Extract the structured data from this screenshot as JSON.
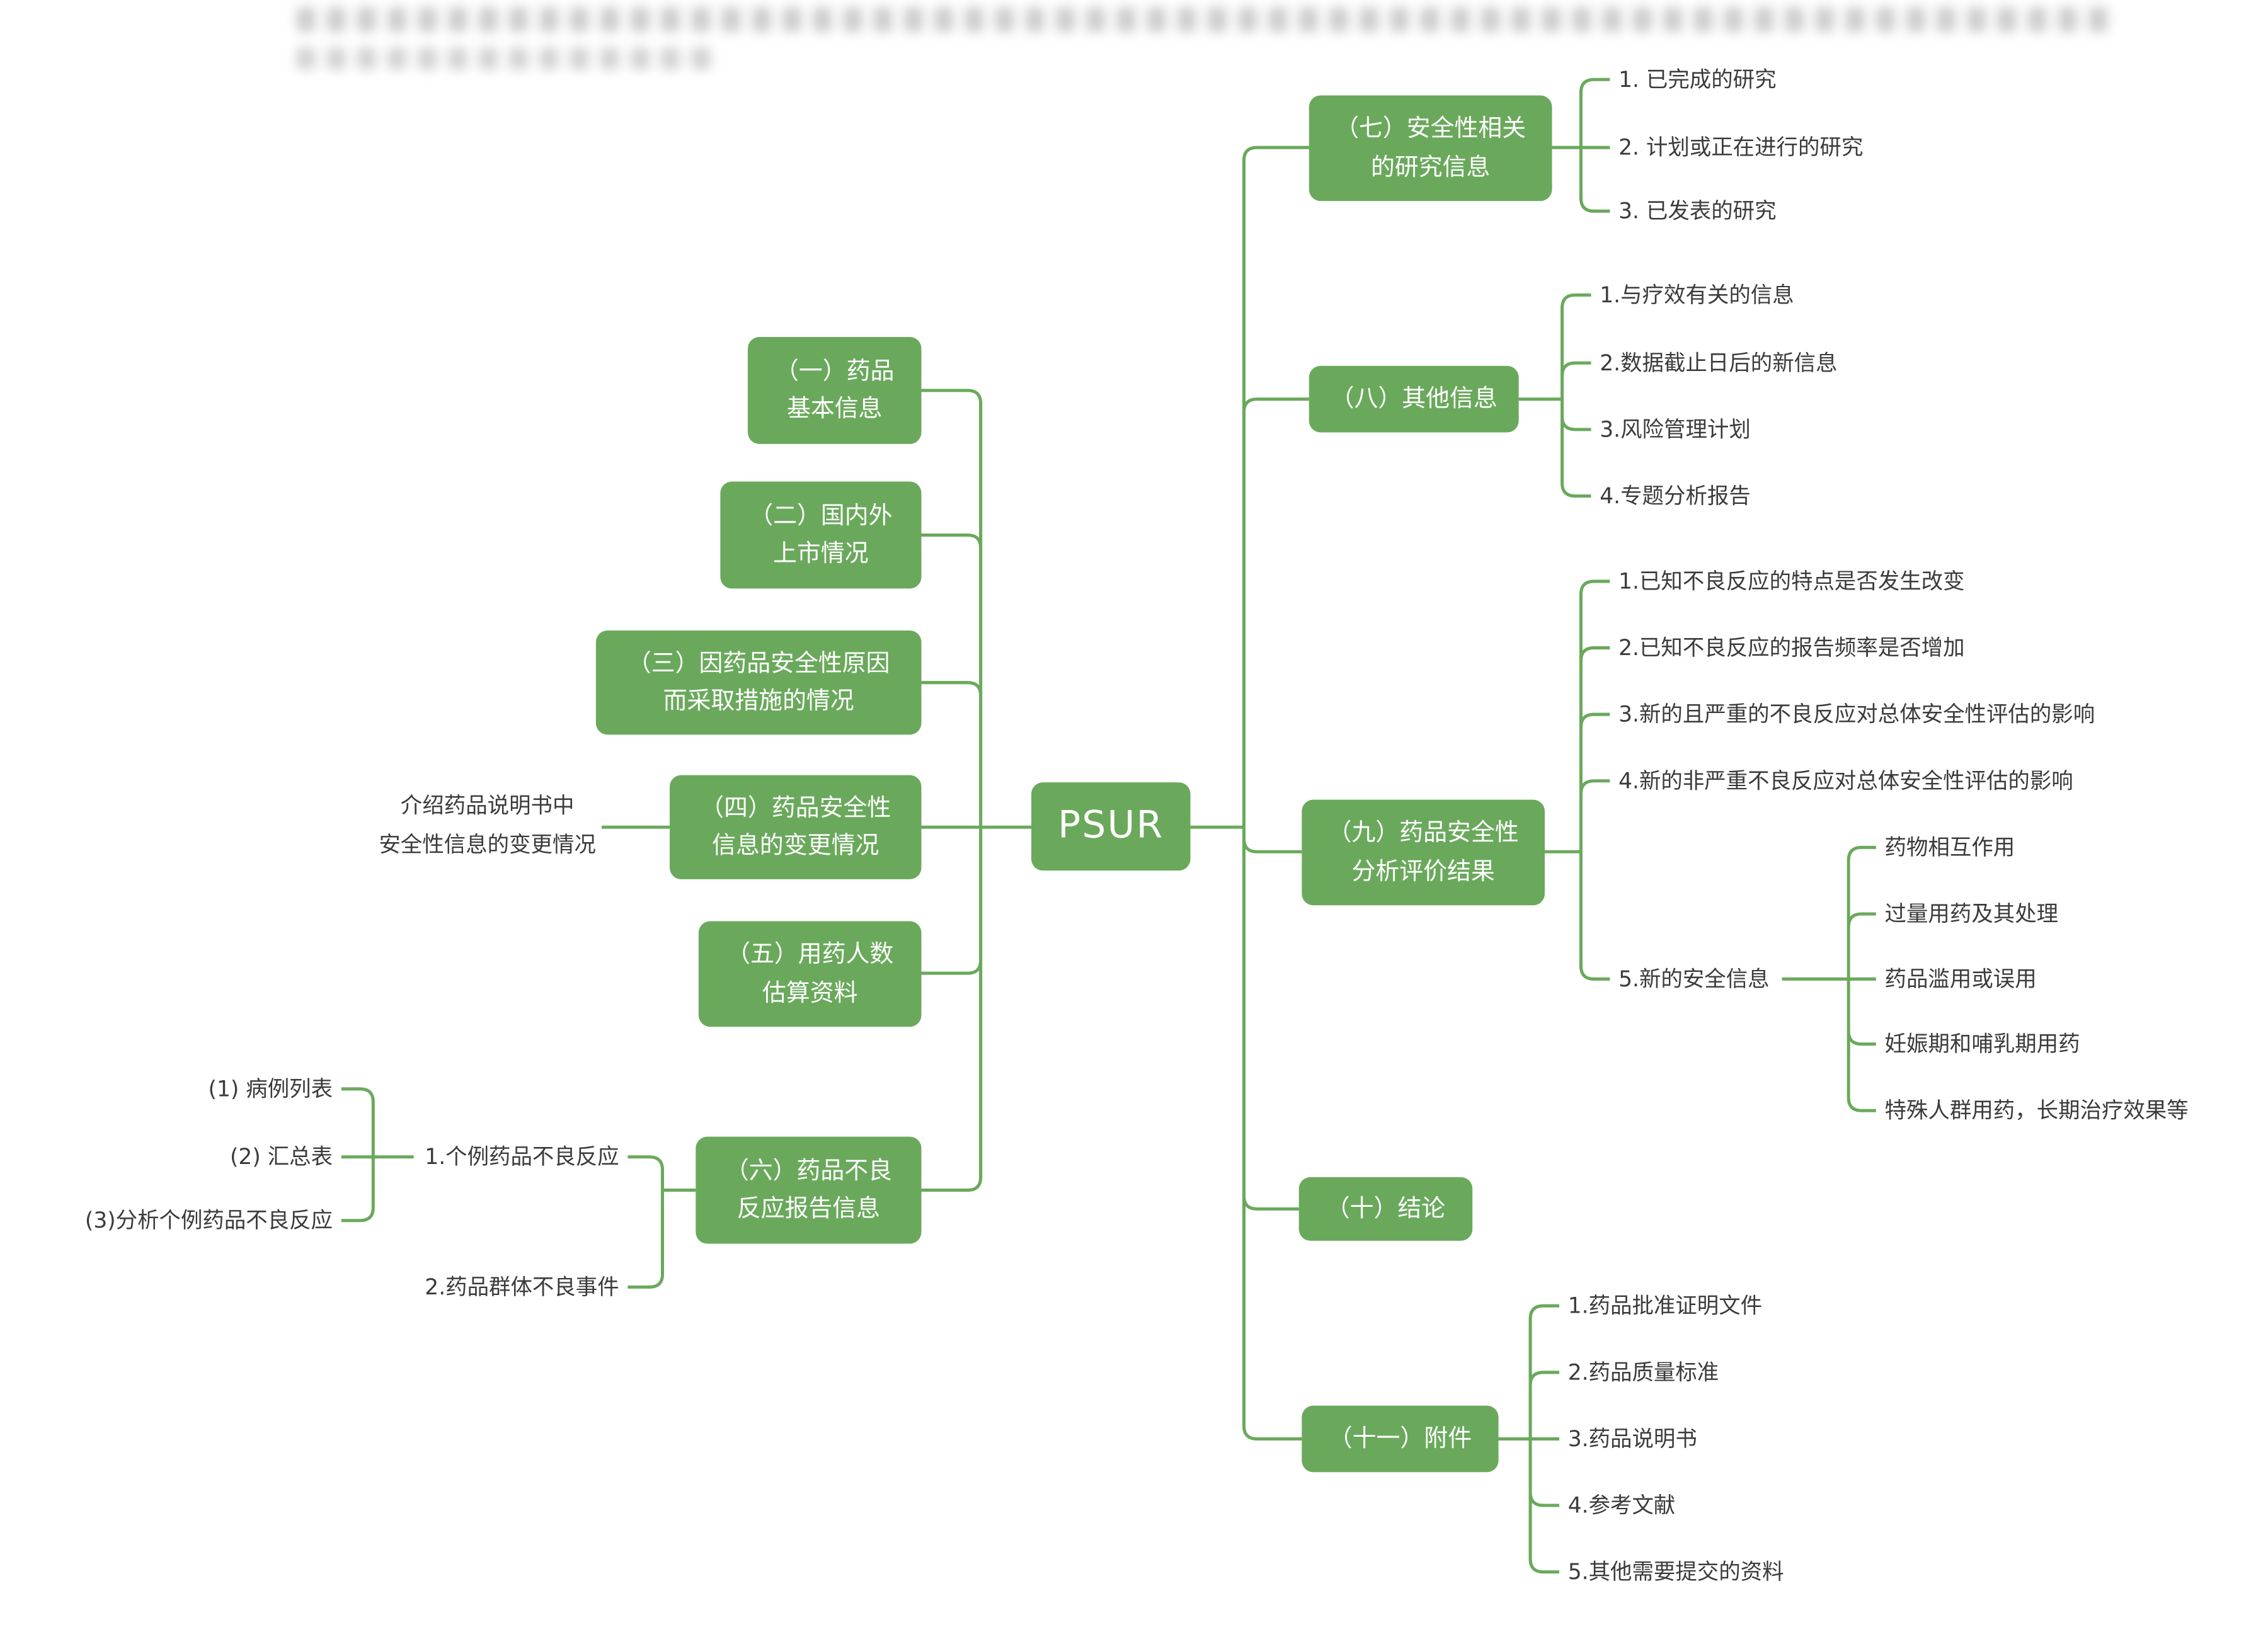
{
  "colors": {
    "accent": "#6aa95c",
    "leaf_text": "#3b3b3b"
  },
  "root_label": "PSUR",
  "left": {
    "b1": "（一）药品\n基本信息",
    "b2": "（二）国内外\n上市情况",
    "b3": "（三）因药品安全性原因\n而采取措施的情况",
    "b4": "（四）药品安全性\n信息的变更情况",
    "b4_note": "介绍药品说明书中\n安全性信息的变更情况",
    "b5": "（五）用药人数\n估算资料",
    "b6": "（六）药品不良\n反应报告信息",
    "b6_children": [
      "1.个例药品不良反应",
      "2.药品群体不良事件"
    ],
    "b6_grandchildren": [
      "(1) 病例列表",
      "(2) 汇总表",
      "(3)分析个例药品不良反应"
    ]
  },
  "right": {
    "r7": "（七）安全性相关\n的研究信息",
    "r7_children": [
      "1. 已完成的研究",
      "2. 计划或正在进行的研究",
      "3. 已发表的研究"
    ],
    "r8": "（八）其他信息",
    "r8_children": [
      "1.与疗效有关的信息",
      "2.数据截止日后的新信息",
      "3.风险管理计划",
      "4.专题分析报告"
    ],
    "r9": "（九）药品安全性\n分析评价结果",
    "r9_children": [
      "1.已知不良反应的特点是否发生改变",
      "2.已知不良反应的报告频率是否增加",
      "3.新的且严重的不良反应对总体安全性评估的影响",
      "4.新的非严重不良反应对总体安全性评估的影响",
      "5.新的安全信息"
    ],
    "r9_5_children": [
      "药物相互作用",
      "过量用药及其处理",
      "药品滥用或误用",
      "妊娠期和哺乳期用药",
      "特殊人群用药，长期治疗效果等"
    ],
    "r10": "（十）结论",
    "r11": "（十一）附件",
    "r11_children": [
      "1.药品批准证明文件",
      "2.药品质量标准",
      "3.药品说明书",
      "4.参考文献",
      "5.其他需要提交的资料"
    ]
  }
}
